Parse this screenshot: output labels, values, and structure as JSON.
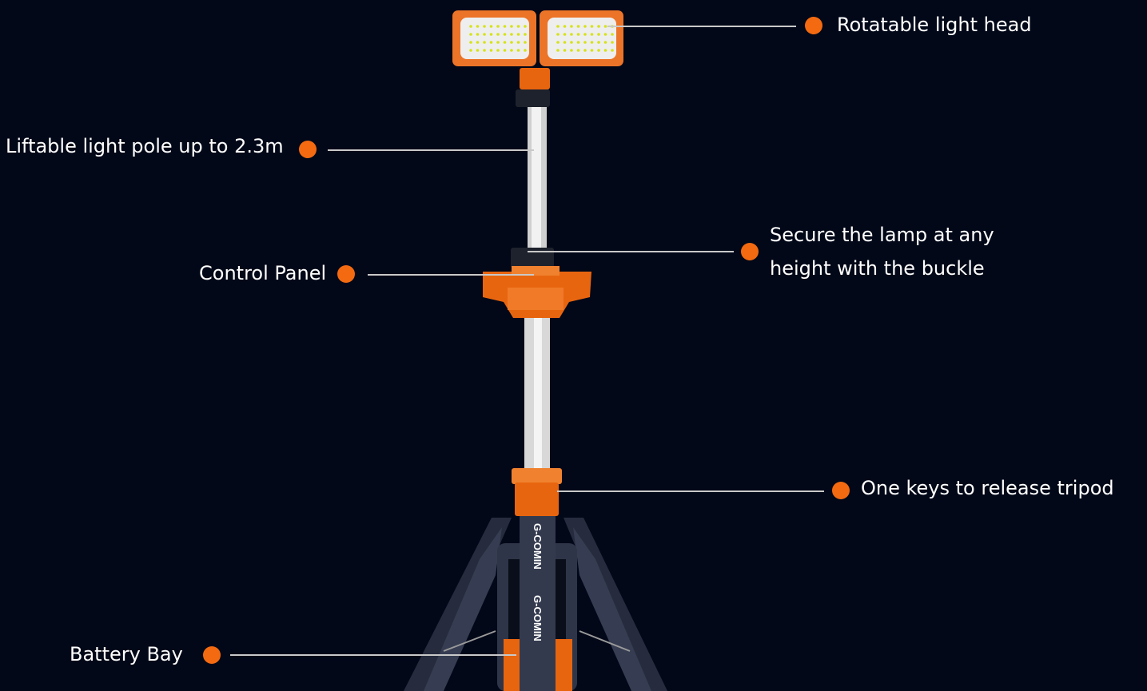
{
  "callouts": [
    {
      "id": "light-head",
      "text": "Rotatable light head"
    },
    {
      "id": "light-pole",
      "text": "Liftable light pole up to 2.3m"
    },
    {
      "id": "buckle",
      "line1": "Secure the lamp at any",
      "line2": "height with the buckle"
    },
    {
      "id": "control-panel",
      "text": "Control Panel"
    },
    {
      "id": "tripod-release",
      "text": "One keys to release tripod"
    },
    {
      "id": "battery-bay",
      "text": "Battery Bay"
    }
  ],
  "product": {
    "brand": "G-COMIN"
  },
  "colors": {
    "background": "#020818",
    "accent": "#f36a10",
    "line": "#c9c9c9",
    "tripod": "#2b3245"
  }
}
